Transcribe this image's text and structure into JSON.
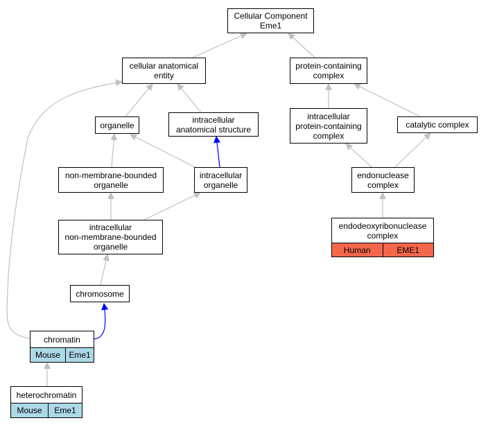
{
  "colors": {
    "edge": "#c0c0c0",
    "edge_highlight": "#0000ff",
    "mouse_fill": "#add8e6",
    "human_fill": "#f4674d"
  },
  "nodes": {
    "cc": "Cellular Component\nEme1",
    "cae": "cellular anatomical\nentity",
    "pcc": "protein-containing\ncomplex",
    "organelle": "organelle",
    "ias": "intracellular\nanatomical structure",
    "ipcc": "intracellular\nprotein-containing\ncomplex",
    "catalytic": "catalytic complex",
    "nmbo": "non-membrane-bounded\norganelle",
    "io": "intracellular\norganelle",
    "endo": "endonuclease\ncomplex",
    "inmbo": "intracellular\nnon-membrane-bounded\norganelle",
    "edrc": "endodeoxyribonuclease\ncomplex",
    "edrc_species": "Human",
    "edrc_gene": "EME1",
    "chromosome": "chromosome",
    "chromatin": "chromatin",
    "chromatin_species": "Mouse",
    "chromatin_gene": "Eme1",
    "hetero": "heterochromatin",
    "hetero_species": "Mouse",
    "hetero_gene": "Eme1"
  }
}
